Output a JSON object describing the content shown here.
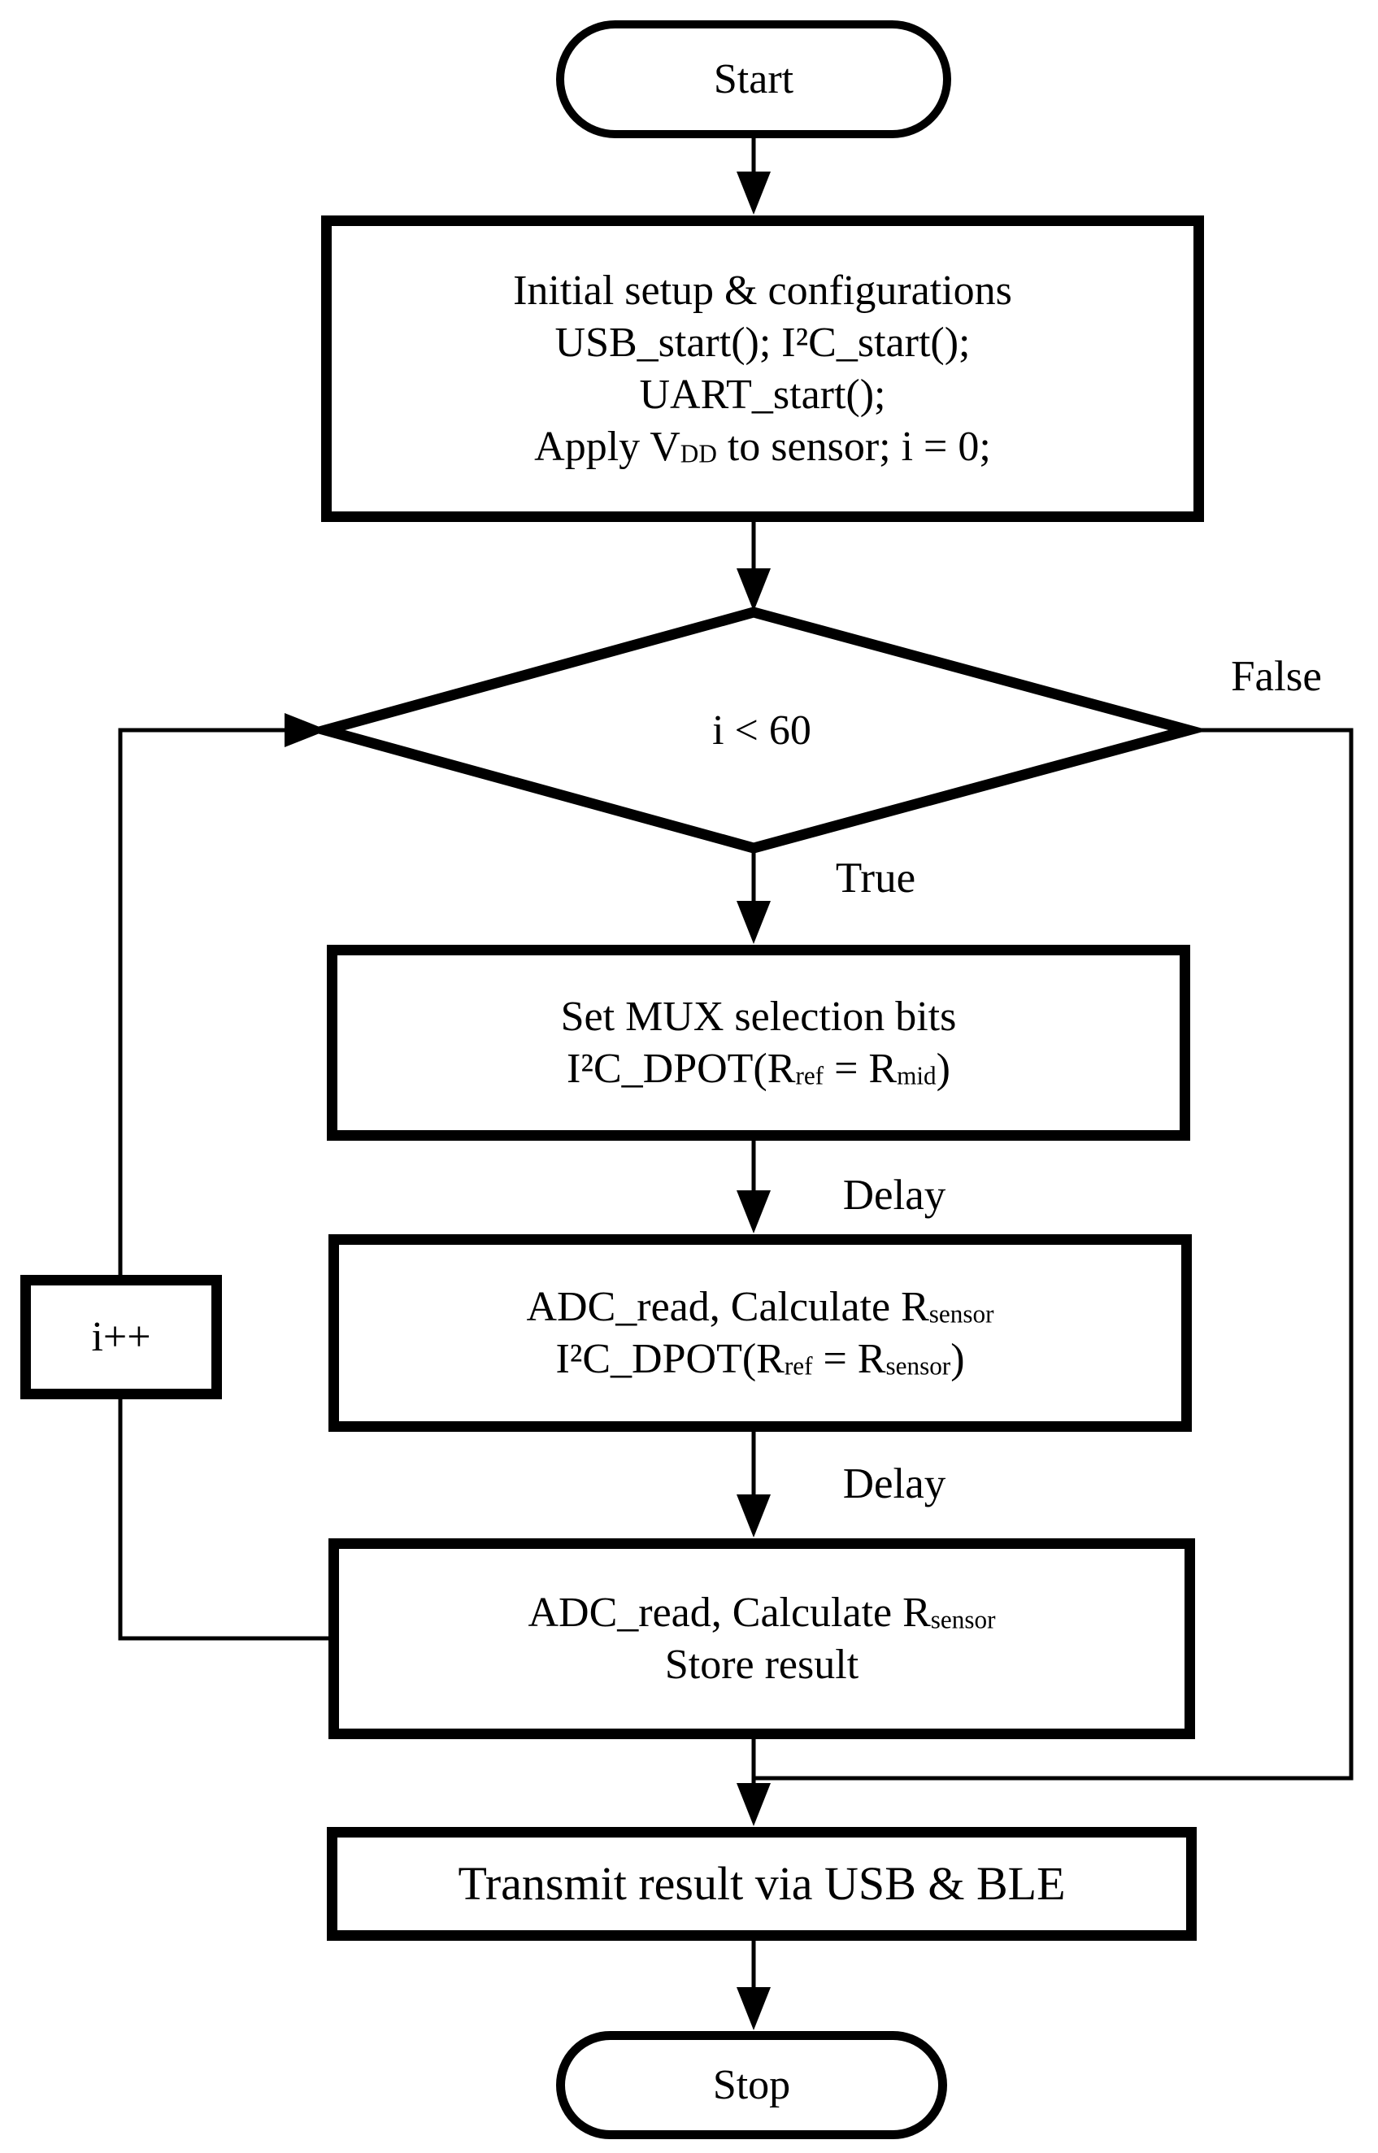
{
  "colors": {
    "stroke": "#000000",
    "background": "#ffffff"
  },
  "nodes": {
    "start": {
      "label": "Start"
    },
    "init": {
      "lines": [
        "Initial setup & configurations",
        "USB_start(); I²C_start();",
        "UART_start();",
        "Apply V~DD~ to sensor; i = 0;"
      ]
    },
    "decision": {
      "label": "i < 60"
    },
    "set_mux": {
      "lines": [
        "Set MUX selection bits",
        "I²C_DPOT(R~ref~ = R~mid~)"
      ]
    },
    "adc_read_dpot": {
      "lines": [
        "ADC_read, Calculate R~sensor~",
        "I²C_DPOT(R~ref~ = R~sensor~)"
      ]
    },
    "adc_read_store": {
      "lines": [
        "ADC_read, Calculate R~sensor~",
        "Store result"
      ]
    },
    "increment": {
      "label": "i++"
    },
    "transmit": {
      "label": "Transmit result via USB & BLE"
    },
    "stop": {
      "label": "Stop"
    }
  },
  "edge_labels": {
    "true_branch": "True",
    "false_branch": "False",
    "delay_after_set_mux": "Delay",
    "delay_after_adc_dpot": "Delay"
  }
}
